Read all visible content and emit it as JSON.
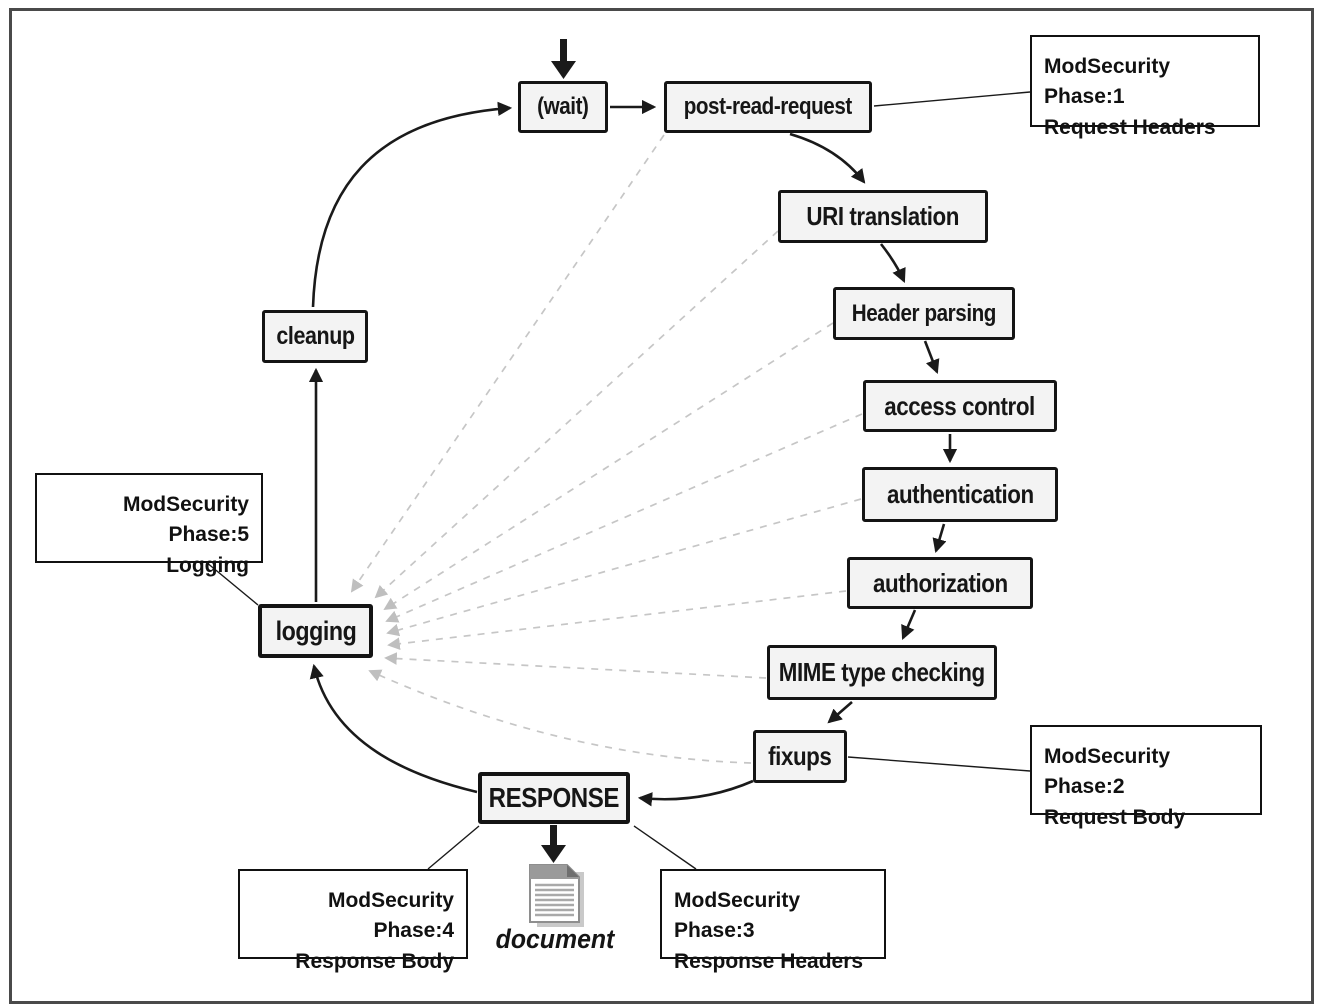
{
  "diagram": {
    "nodes": {
      "wait": "(wait)",
      "post_read_request": "post-read-request",
      "uri_translation": "URI translation",
      "header_parsing": "Header parsing",
      "access_control": "access control",
      "authentication": "authentication",
      "authorization": "authorization",
      "mime_type_checking": "MIME type checking",
      "fixups": "fixups",
      "response": "RESPONSE",
      "logging": "logging",
      "cleanup": "cleanup"
    },
    "annotations": {
      "phase1": {
        "line1": "ModSecurity Phase:1",
        "line2": "Request Headers"
      },
      "phase2": {
        "line1": "ModSecurity Phase:2",
        "line2": "Request Body"
      },
      "phase3": {
        "line1": "ModSecurity Phase:3",
        "line2": "Response Headers"
      },
      "phase4": {
        "line1": "ModSecurity Phase:4",
        "line2": "Response Body"
      },
      "phase5": {
        "line1": "ModSecurity Phase:5",
        "line2": "Logging"
      }
    },
    "document_label": "document",
    "colors": {
      "node_border": "#141414",
      "node_fill": "#f3f3f3",
      "solid_arrow": "#1a1a1a",
      "dashed_arrow": "#c6c6c6",
      "leader_line": "#1a1a1a",
      "frame": "#4a4a4a"
    }
  }
}
